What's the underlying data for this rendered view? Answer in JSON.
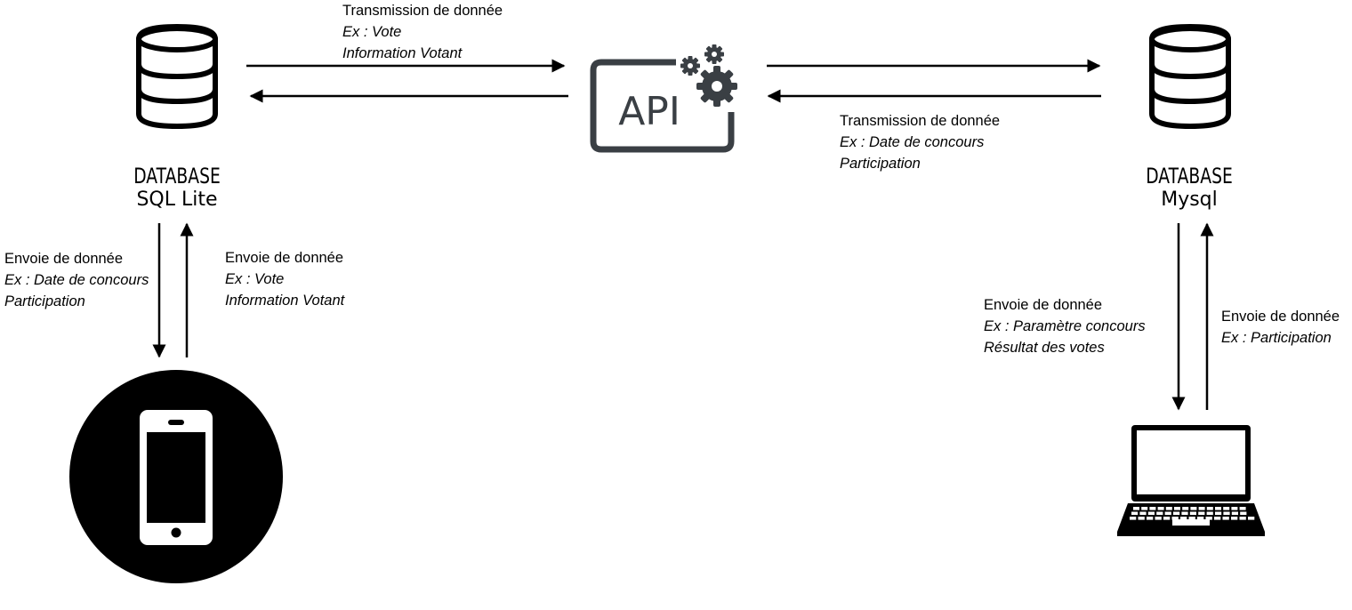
{
  "nodes": {
    "db_left": {
      "heading": "DATABASE",
      "name": "SQL Lite"
    },
    "db_right": {
      "heading": "DATABASE",
      "name": "Mysql"
    },
    "api": {
      "label": "API"
    }
  },
  "annotations": {
    "api_left_top": {
      "title": "Transmission  de donnée",
      "line1": "Ex : Vote",
      "line2": "Information Votant"
    },
    "api_right": {
      "title": "Transmission  de donnée",
      "line1": "Ex : Date de concours",
      "line2": "Participation"
    },
    "sqlite_down": {
      "title": "Envoie de donnée",
      "line1": "Ex : Date de concours",
      "line2": "Participation"
    },
    "sqlite_up": {
      "title": "Envoie de donnée",
      "line1": "Ex : Vote",
      "line2": "Information Votant"
    },
    "mysql_down": {
      "title": "Envoie de donnée",
      "line1": "Ex : Paramètre concours",
      "line2": "Résultat des votes"
    },
    "mysql_up": {
      "title": "Envoie de donnée",
      "line1": "Ex : Participation"
    }
  },
  "icons": {
    "db_left": "database-icon",
    "db_right": "database-icon",
    "api": "api-gears-icon",
    "phone": "smartphone-icon",
    "laptop": "laptop-icon"
  },
  "colors": {
    "ink": "#000000",
    "api_gray": "#3a3f44",
    "background": "#ffffff"
  }
}
